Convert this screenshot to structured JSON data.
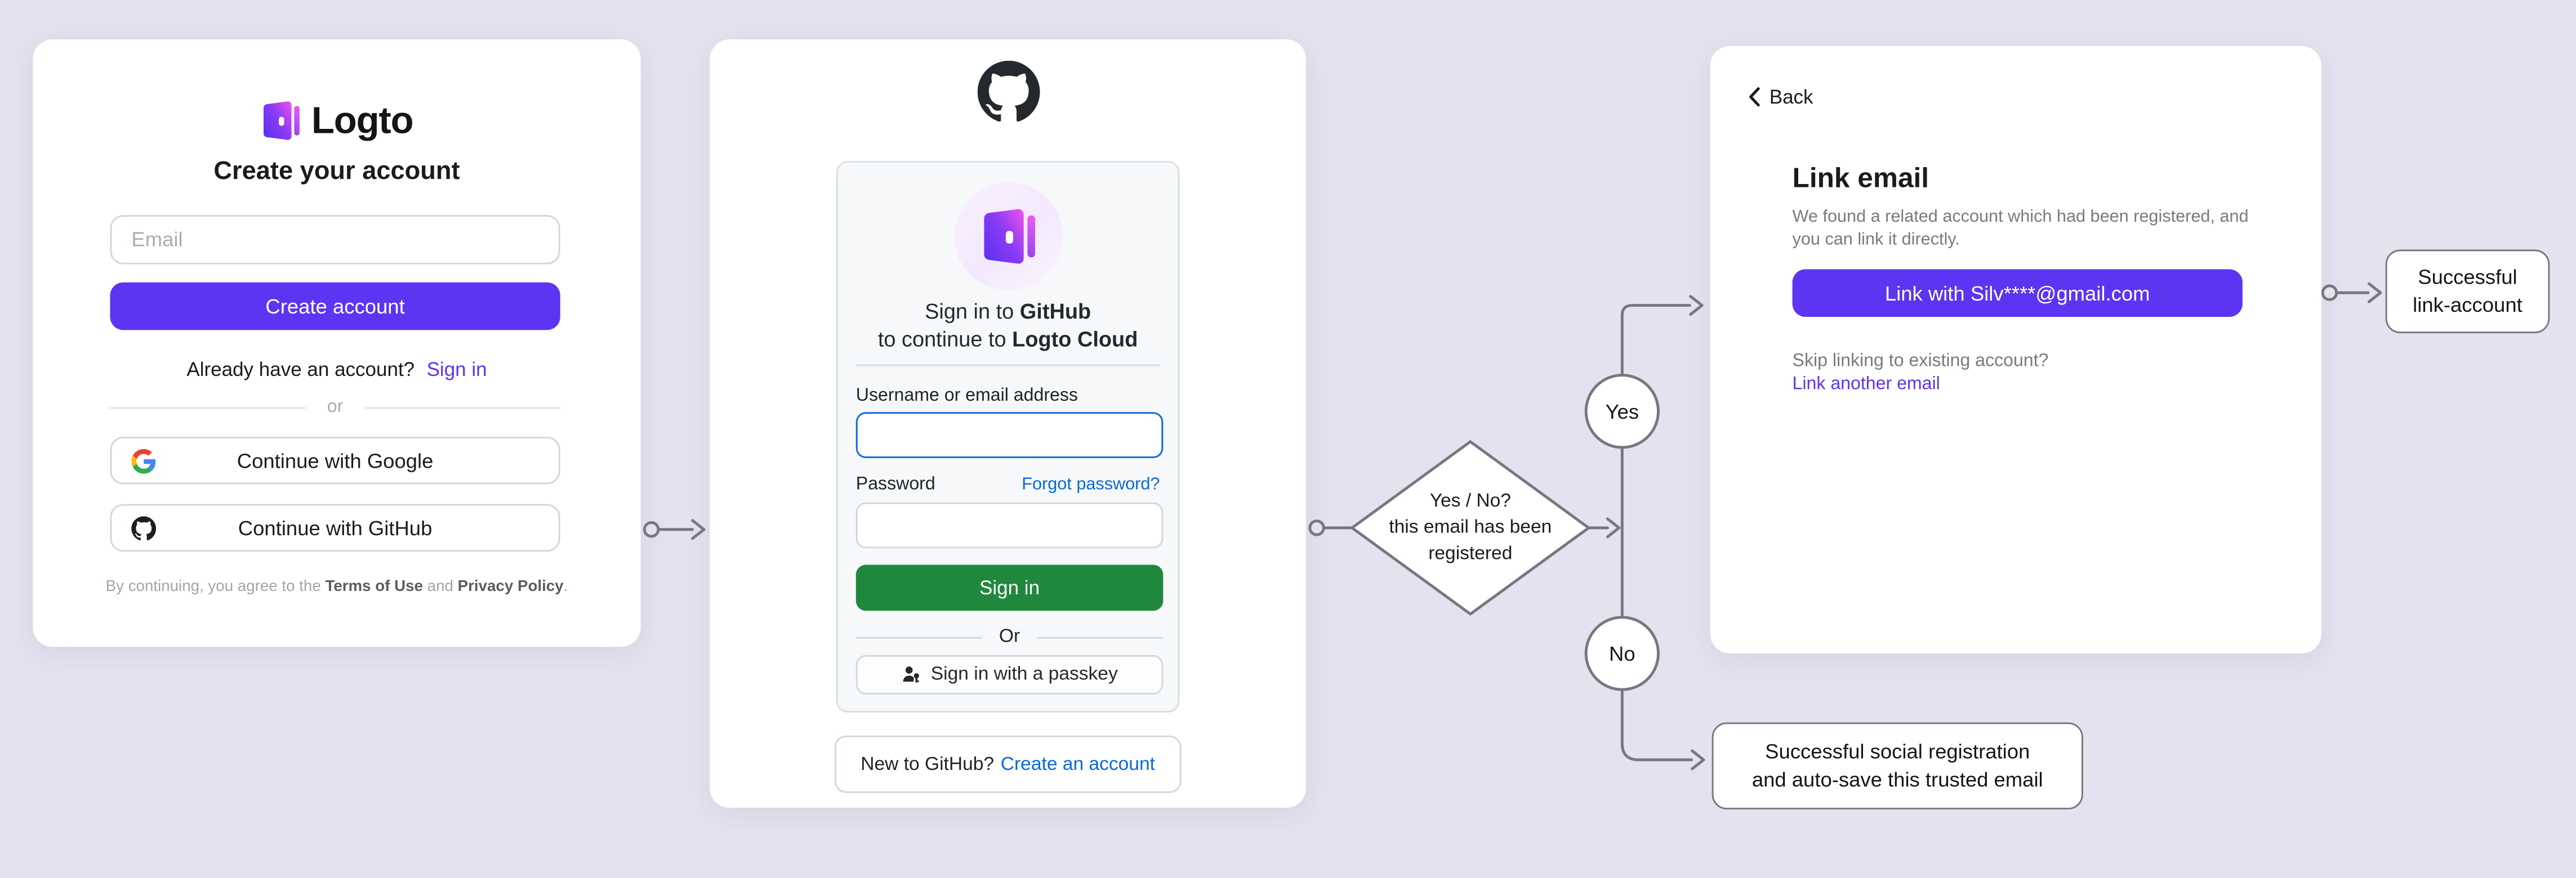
{
  "colors": {
    "page_bg": "#e5e2ef",
    "card_bg": "#ffffff",
    "logto_purple": "#5d34f2",
    "github_green": "#1f883d",
    "github_blue": "#0969da",
    "github_panel_bg": "#f6f8fa",
    "github_border": "#d0d7de",
    "flow_stroke": "#7a7580",
    "text_dark": "#191c1d",
    "text_gray": "#787b7d"
  },
  "icons": {
    "logto-door-icon": "purple gradient door shape",
    "github-octocat-icon": "octocat silhouette",
    "google-g-icon": "four-color G",
    "passkey-icon": "person with key",
    "back-chevron-icon": "‹",
    "connector-dot": "○",
    "connector-arrow": "→"
  },
  "signup_card": {
    "brand": "Logto",
    "title": "Create your account",
    "email_placeholder": "Email",
    "create_button": "Create account",
    "signin_prompt": "Already have an account?",
    "signin_link": "Sign in",
    "divider": "or",
    "google_button": "Continue with Google",
    "github_button": "Continue with GitHub",
    "terms": {
      "prefix": "By continuing, you agree to the ",
      "terms_of_use": "Terms of Use",
      "middle": " and ",
      "privacy_policy": "Privacy Policy",
      "suffix": "."
    }
  },
  "github_card": {
    "heading": {
      "line1_prefix": "Sign in to ",
      "line1_bold": "GitHub",
      "line2_prefix": "to continue to ",
      "line2_bold": "Logto Cloud"
    },
    "username_label": "Username or email address",
    "username_value": "",
    "password_label": "Password",
    "forgot_link": "Forgot password?",
    "signin_button": "Sign in",
    "divider": "Or",
    "passkey_button": "Sign in with a passkey",
    "footer_prompt": "New to GitHub?",
    "footer_link": "Create an account"
  },
  "link_card": {
    "back": "Back",
    "title": "Link email",
    "description_line1": "We found a related account which had been registered, and",
    "description_line2": "you can link it directly.",
    "link_button": "Link with Silv****@gmail.com",
    "skip_text": "Skip linking to existing account?",
    "alt_link": "Link another email"
  },
  "flowchart": {
    "decision": {
      "line1": "Yes / No?",
      "line2": "this email has been",
      "line3": "registered"
    },
    "yes_label": "Yes",
    "no_label": "No",
    "link_account_box": {
      "line1": "Successful",
      "line2": "link-account"
    },
    "social_box": {
      "line1": "Successful social registration",
      "line2": "and auto-save this trusted email"
    }
  }
}
